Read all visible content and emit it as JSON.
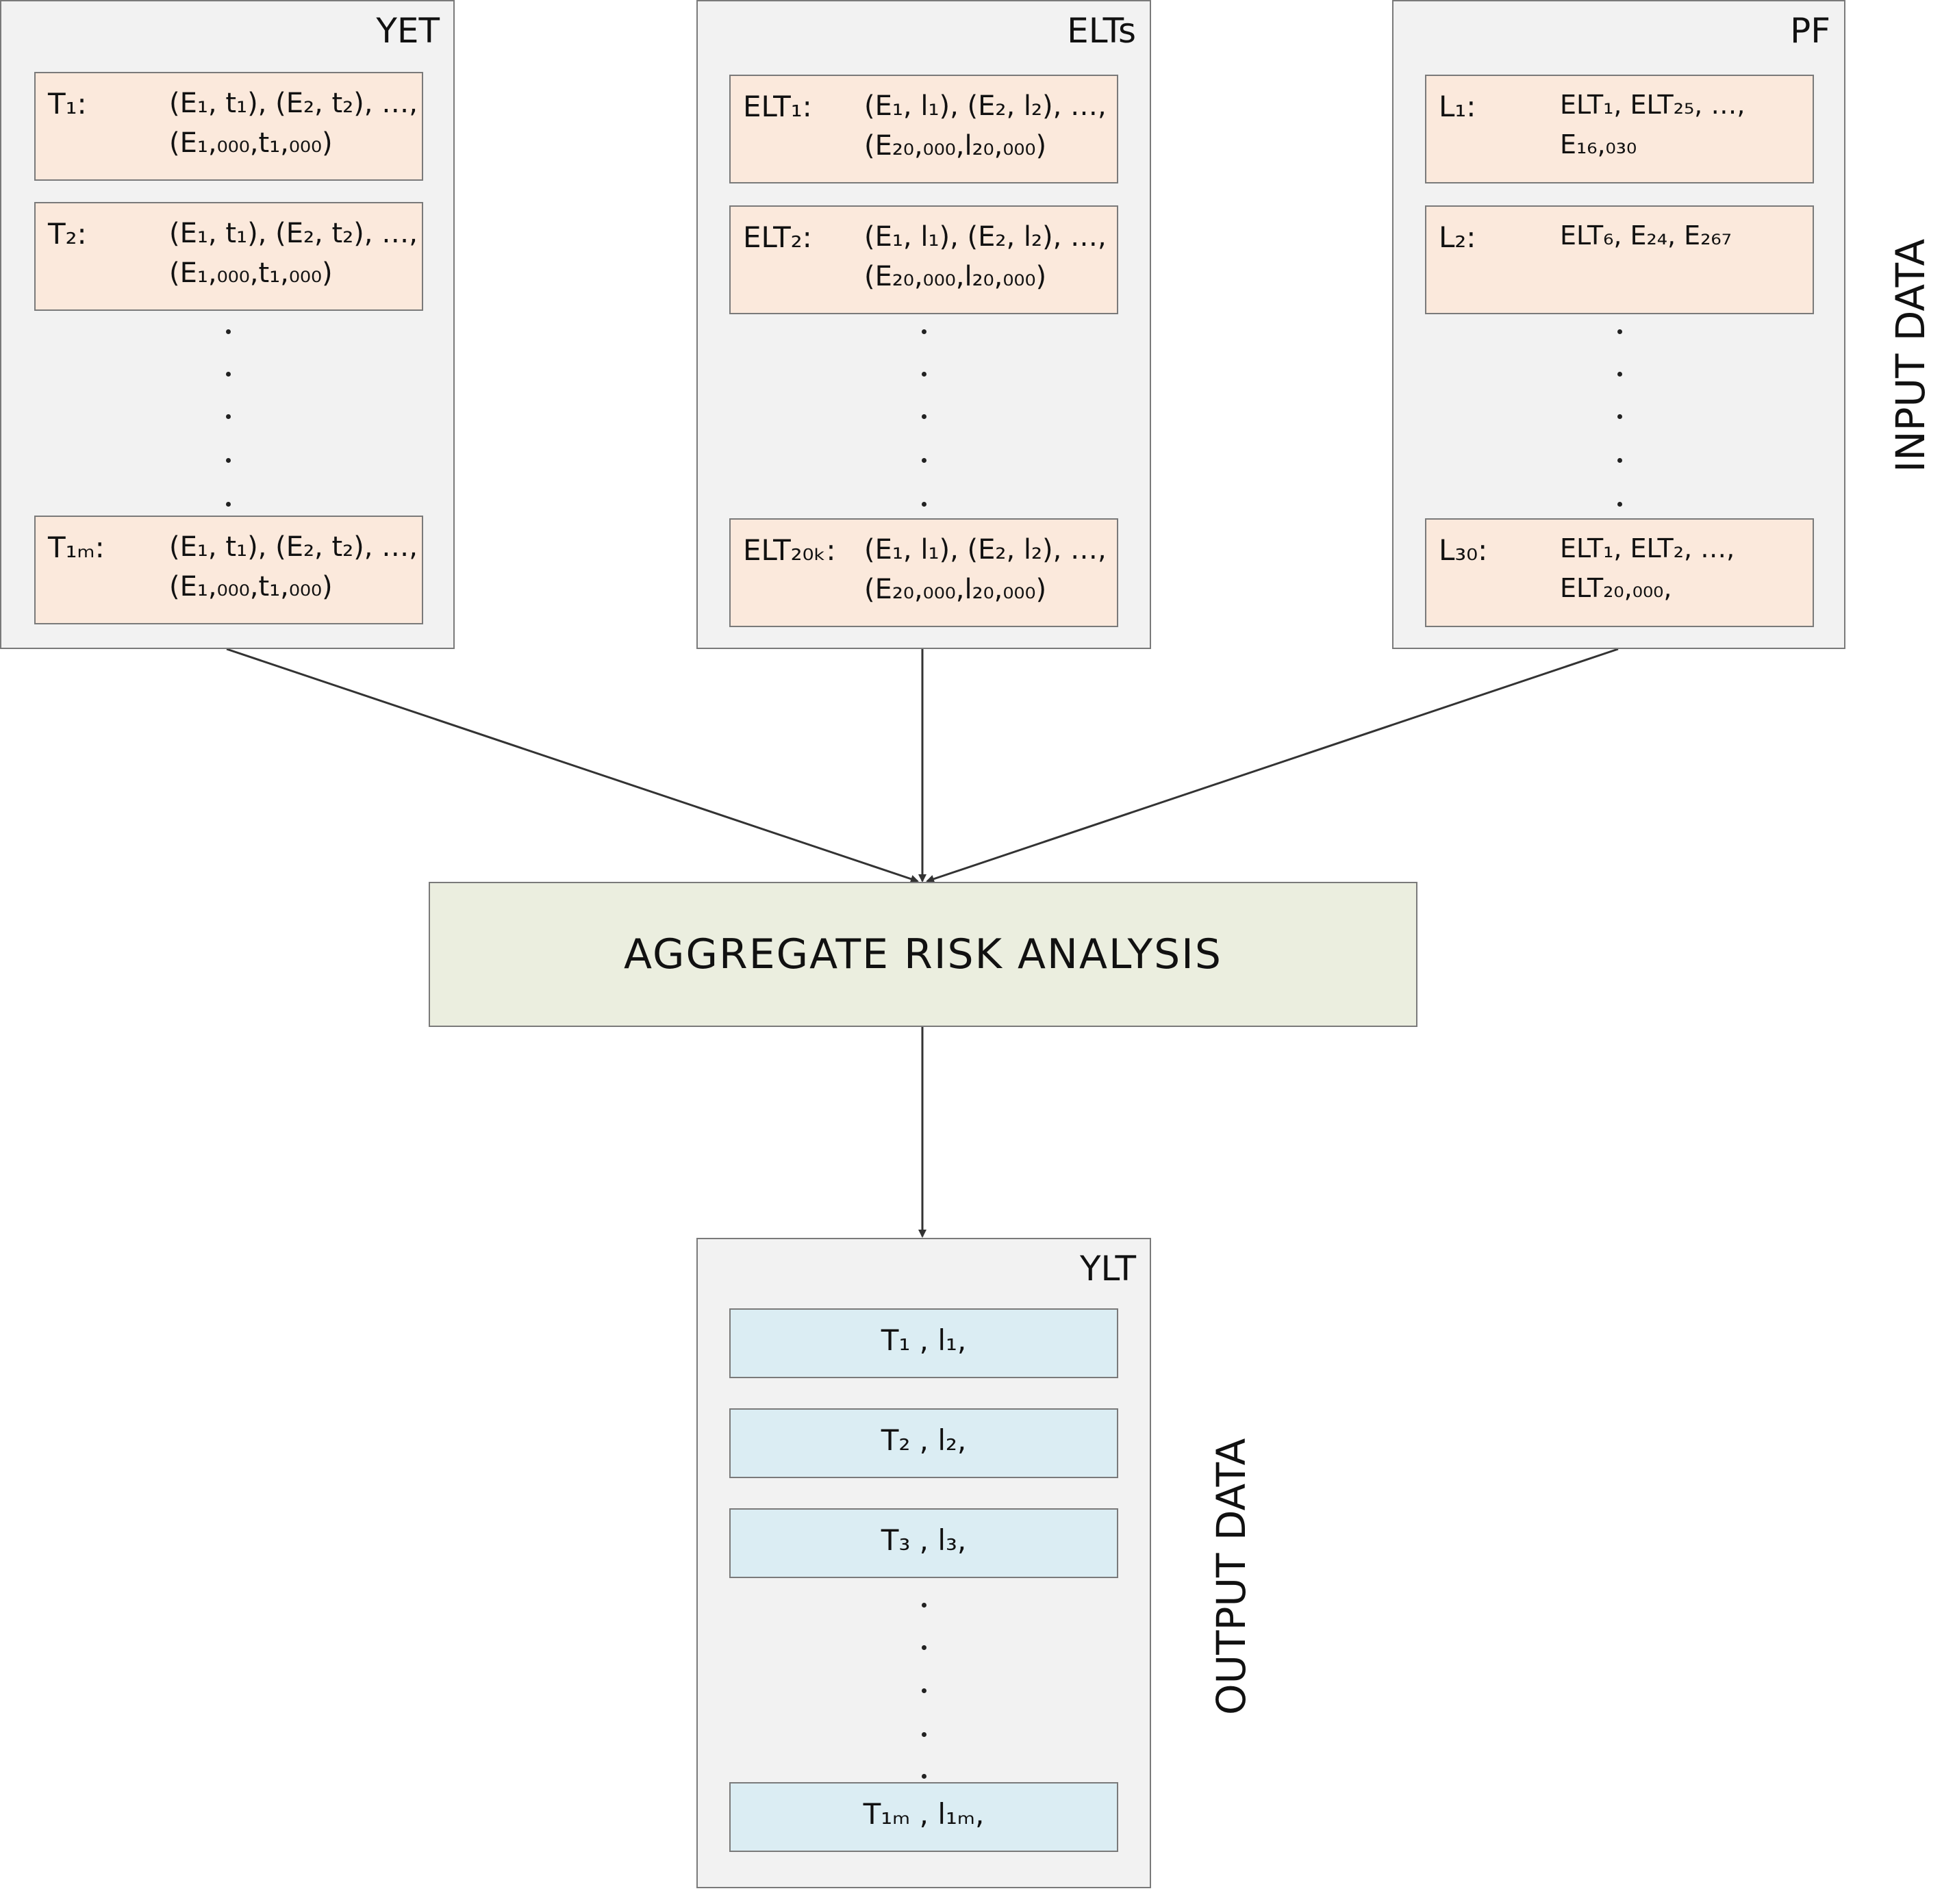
{
  "input_label": "INPUT DATA",
  "output_label": "OUTPUT DATA",
  "yet": {
    "title": "YET",
    "rows": [
      {
        "label": "T₁:",
        "line1": "(E₁, t₁), (E₂, t₂), …,",
        "line2": "(E₁,₀₀₀,t₁,₀₀₀)"
      },
      {
        "label": "T₂:",
        "line1": "(E₁, t₁), (E₂, t₂), …,",
        "line2": "(E₁,₀₀₀,t₁,₀₀₀)"
      },
      {
        "label": "T₁ₘ:",
        "line1": "(E₁, t₁), (E₂, t₂), …,",
        "line2": "(E₁,₀₀₀,t₁,₀₀₀)"
      }
    ]
  },
  "elts": {
    "title": "ELTs",
    "rows": [
      {
        "label": "ELT₁:",
        "line1": "(E₁, l₁), (E₂, l₂), …,",
        "line2": "(E₂₀,₀₀₀,l₂₀,₀₀₀)"
      },
      {
        "label": "ELT₂:",
        "line1": "(E₁, l₁), (E₂, l₂), …,",
        "line2": "(E₂₀,₀₀₀,l₂₀,₀₀₀)"
      },
      {
        "label": "ELT₂₀ₖ:",
        "line1": "(E₁, l₁), (E₂, l₂), …,",
        "line2": "(E₂₀,₀₀₀,l₂₀,₀₀₀)"
      }
    ]
  },
  "pf": {
    "title": "PF",
    "rows": [
      {
        "label": "L₁:",
        "line1": "ELT₁, ELT₂₅, …,",
        "line2": "E₁₆,₀₃₀"
      },
      {
        "label": "L₂:",
        "line1": "ELT₆, E₂₄, E₂₆₇",
        "line2": ""
      },
      {
        "label": "L₃₀:",
        "line1": "ELT₁, ELT₂, …,",
        "line2": "ELT₂₀,₀₀₀,"
      }
    ]
  },
  "aggregate": {
    "label": "AGGREGATE RISK ANALYSIS"
  },
  "ylt": {
    "title": "YLT",
    "rows": [
      "T₁ , l₁,",
      "T₂ , l₂,",
      "T₃ , l₃,",
      "T₁ₘ , l₁ₘ,"
    ]
  }
}
